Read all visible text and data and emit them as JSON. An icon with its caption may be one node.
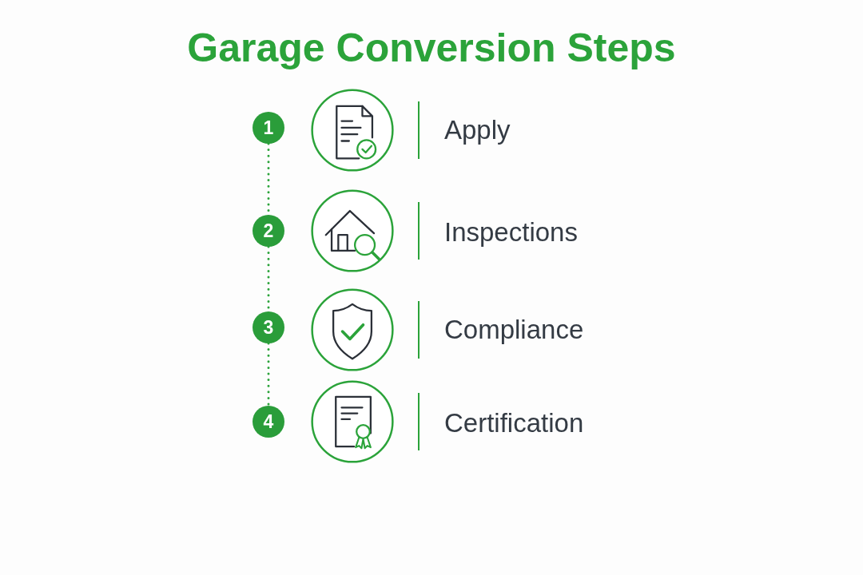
{
  "diagram": {
    "title": "Garage Conversion Steps",
    "nodes": [
      {
        "text": [
          "1"
        ]
      },
      {
        "text": [
          "2"
        ]
      },
      {
        "text": [
          "3"
        ]
      },
      {
        "text": [
          "4"
        ]
      }
    ],
    "edges": [
      {
        "from": 0,
        "to": 1,
        "arrow": "none",
        "style": "dashed"
      },
      {
        "from": 1,
        "to": 2,
        "arrow": "none",
        "style": "dashed"
      },
      {
        "from": 2,
        "to": 3,
        "arrow": "none",
        "style": "dashed"
      }
    ],
    "labels": [
      "Apply",
      "Inspections",
      "Compliance",
      "Certification"
    ]
  }
}
